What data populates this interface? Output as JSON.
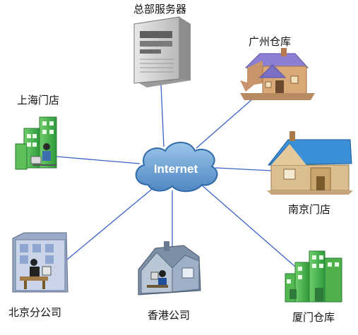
{
  "hub": {
    "label": "Internet"
  },
  "nodes": {
    "hq": {
      "label": "总部服务器",
      "icon": "server-icon"
    },
    "guangzhou": {
      "label": "广州仓库",
      "icon": "purple-house-icon"
    },
    "shanghai": {
      "label": "上海门店",
      "icon": "green-building-icon"
    },
    "nanjing": {
      "label": "南京门店",
      "icon": "blue-house-icon"
    },
    "beijing": {
      "label": "北京分公司",
      "icon": "office-building-icon"
    },
    "hongkong": {
      "label": "香港公司",
      "icon": "cutaway-house-icon"
    },
    "xiamen": {
      "label": "厦门仓库",
      "icon": "green-warehouse-icon"
    }
  },
  "colors": {
    "link": "#3a64c8",
    "cloud_fill": "#6a9fd0",
    "cloud_edge": "#2f6aa8",
    "green": "#3fae4a",
    "purple": "#8a7fd2",
    "blue_roof": "#3b8fd6"
  }
}
